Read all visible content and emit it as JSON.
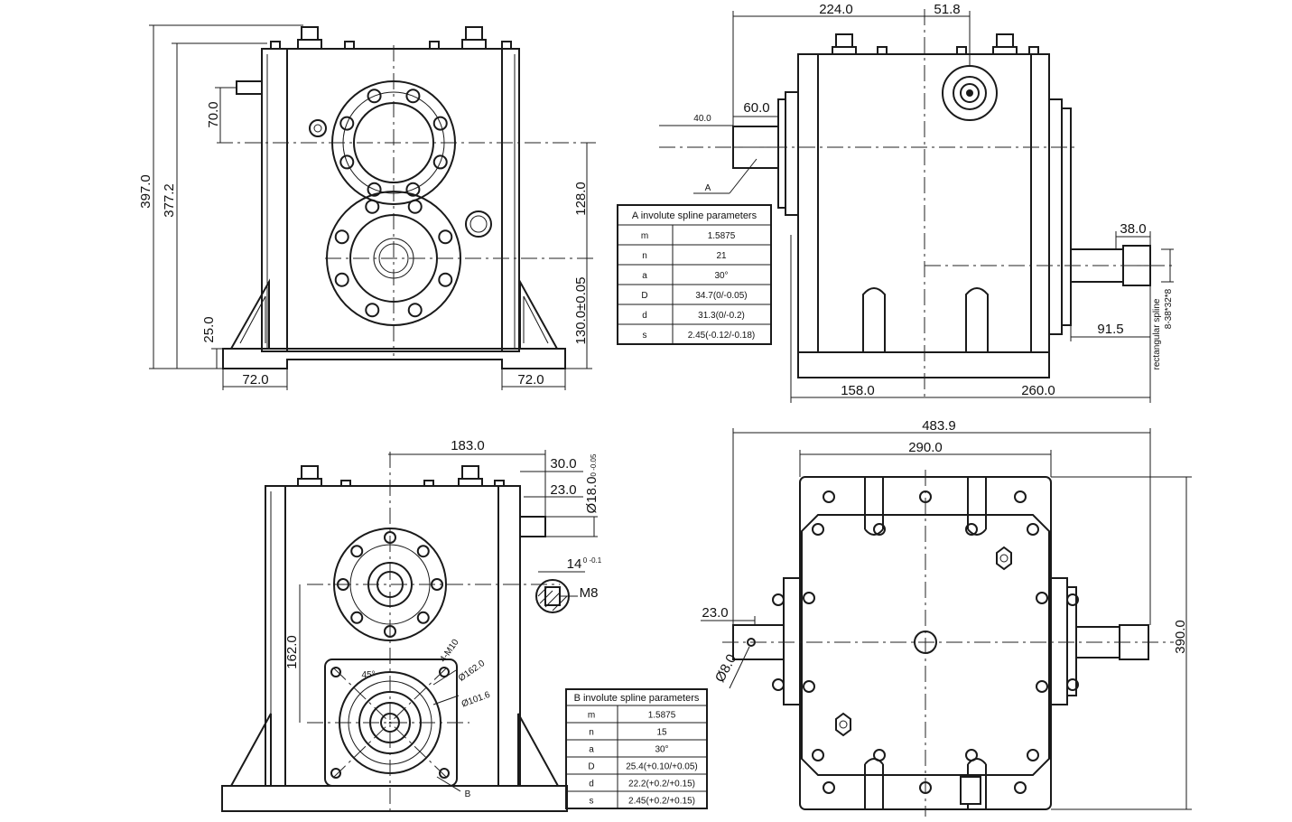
{
  "front_view": {
    "dims": {
      "overall_height": "397.0",
      "body_height": "377.2",
      "input_offset": "70.0",
      "shaft_spacing": "128.0",
      "center_height": "130.0±0.05",
      "foot_height": "25.0",
      "foot_left": "72.0",
      "foot_right": "72.0"
    }
  },
  "side_view": {
    "dims": {
      "top_a": "224.0",
      "top_b": "51.8",
      "input_ext_a": "40.0",
      "input_ext_b": "60.0",
      "output_ext": "38.0",
      "output_pos": "91.5",
      "base_left": "158.0",
      "base_right": "260.0"
    },
    "label_a": "A",
    "spline_note_1": "rectangular spline",
    "spline_note_2": "8-38*32*8"
  },
  "spline_table_a": {
    "title": "A involute spline parameters",
    "rows": [
      [
        "m",
        "1.5875"
      ],
      [
        "n",
        "21"
      ],
      [
        "a",
        "30°"
      ],
      [
        "D",
        "34.7(0/-0.05)"
      ],
      [
        "d",
        "31.3(0/-0.2)"
      ],
      [
        "s",
        "2.45(-0.12/-0.18)"
      ]
    ]
  },
  "rear_view": {
    "dims": {
      "shaft_offset": "183.0",
      "ext_30": "30.0",
      "ext_23": "23.0",
      "dia_18": "Ø18.0",
      "dia_18_tol": "0 -0.05",
      "key_14": "14",
      "key_14_tol": "0 -0.1",
      "thread": "M8",
      "shaft_spacing": "162.0",
      "bolt_note": "4-M10",
      "angle": "45°",
      "pcd": "Ø162.0",
      "pilot": "Ø101.6"
    },
    "label_b": "B"
  },
  "spline_table_b": {
    "title": "B involute spline parameters",
    "rows": [
      [
        "m",
        "1.5875"
      ],
      [
        "n",
        "15"
      ],
      [
        "a",
        "30°"
      ],
      [
        "D",
        "25.4(+0.10/+0.05)"
      ],
      [
        "d",
        "22.2(+0.2/+0.15)"
      ],
      [
        "s",
        "2.45(+0.2/+0.15)"
      ]
    ]
  },
  "top_view": {
    "dims": {
      "overall_length": "483.9",
      "body_length": "290.0",
      "depth": "390.0",
      "ext_23": "23.0",
      "dia_8": "Ø8.0"
    }
  }
}
